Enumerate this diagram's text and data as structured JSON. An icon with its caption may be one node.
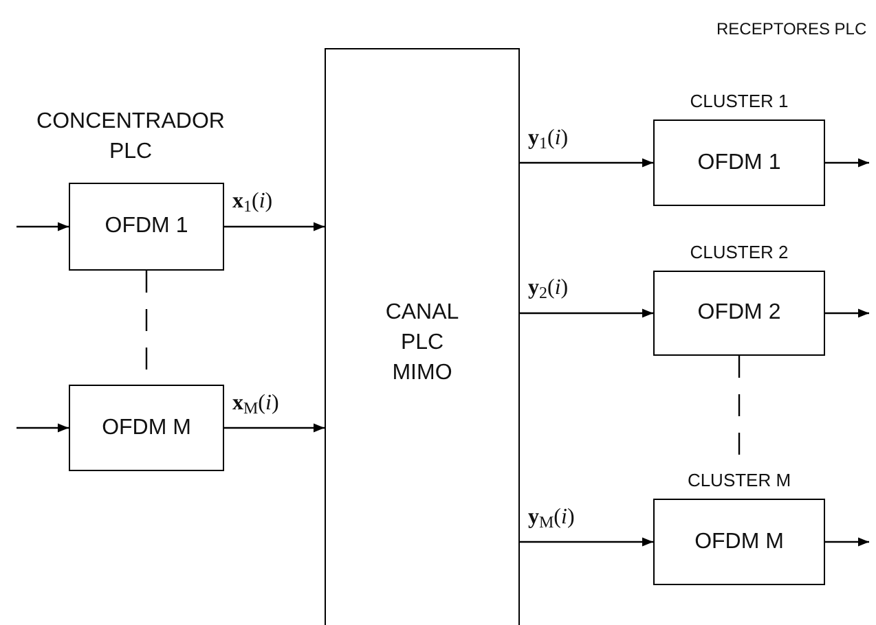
{
  "diagram": {
    "nodes": [
      {
        "text": [
          "OFDM 1"
        ]
      },
      {
        "text": [
          "OFDM M"
        ]
      },
      {
        "text": [
          "CANAL PLC MIMO"
        ]
      },
      {
        "text": [
          "CLUSTER 1",
          "OFDM 1"
        ]
      },
      {
        "text": [
          "CLUSTER 2",
          "OFDM 2"
        ]
      },
      {
        "text": [
          "CLUSTER M",
          "OFDM M"
        ]
      }
    ],
    "edges": [
      {
        "from": null,
        "to": 0,
        "arrow": "to"
      },
      {
        "from": 0,
        "to": 2,
        "arrow": "to",
        "label": "**x**$_{1}$(*i*)"
      },
      {
        "from": null,
        "to": 1,
        "arrow": "to"
      },
      {
        "from": 1,
        "to": 2,
        "arrow": "to",
        "label": "**x**$_{M}$(*i*)"
      },
      {
        "from": 0,
        "to": 1,
        "arrow": "none",
        "style": "dashed"
      },
      {
        "from": 2,
        "to": 3,
        "arrow": "to",
        "label": "**y**$_{1}$(*i*)"
      },
      {
        "from": 2,
        "to": 4,
        "arrow": "to",
        "label": "**y**$_{2}$(*i*)"
      },
      {
        "from": 2,
        "to": 5,
        "arrow": "to",
        "label": "**y**$_{M}$(*i*)"
      },
      {
        "from": 4,
        "to": 5,
        "arrow": "none",
        "style": "dashed"
      },
      {
        "from": 3,
        "to": null,
        "arrow": "to"
      },
      {
        "from": 4,
        "to": null,
        "arrow": "to"
      },
      {
        "from": 5,
        "to": null,
        "arrow": "to"
      }
    ],
    "labels": [
      "RECEPTORES PLC",
      "CONCENTRADOR PLC"
    ]
  }
}
